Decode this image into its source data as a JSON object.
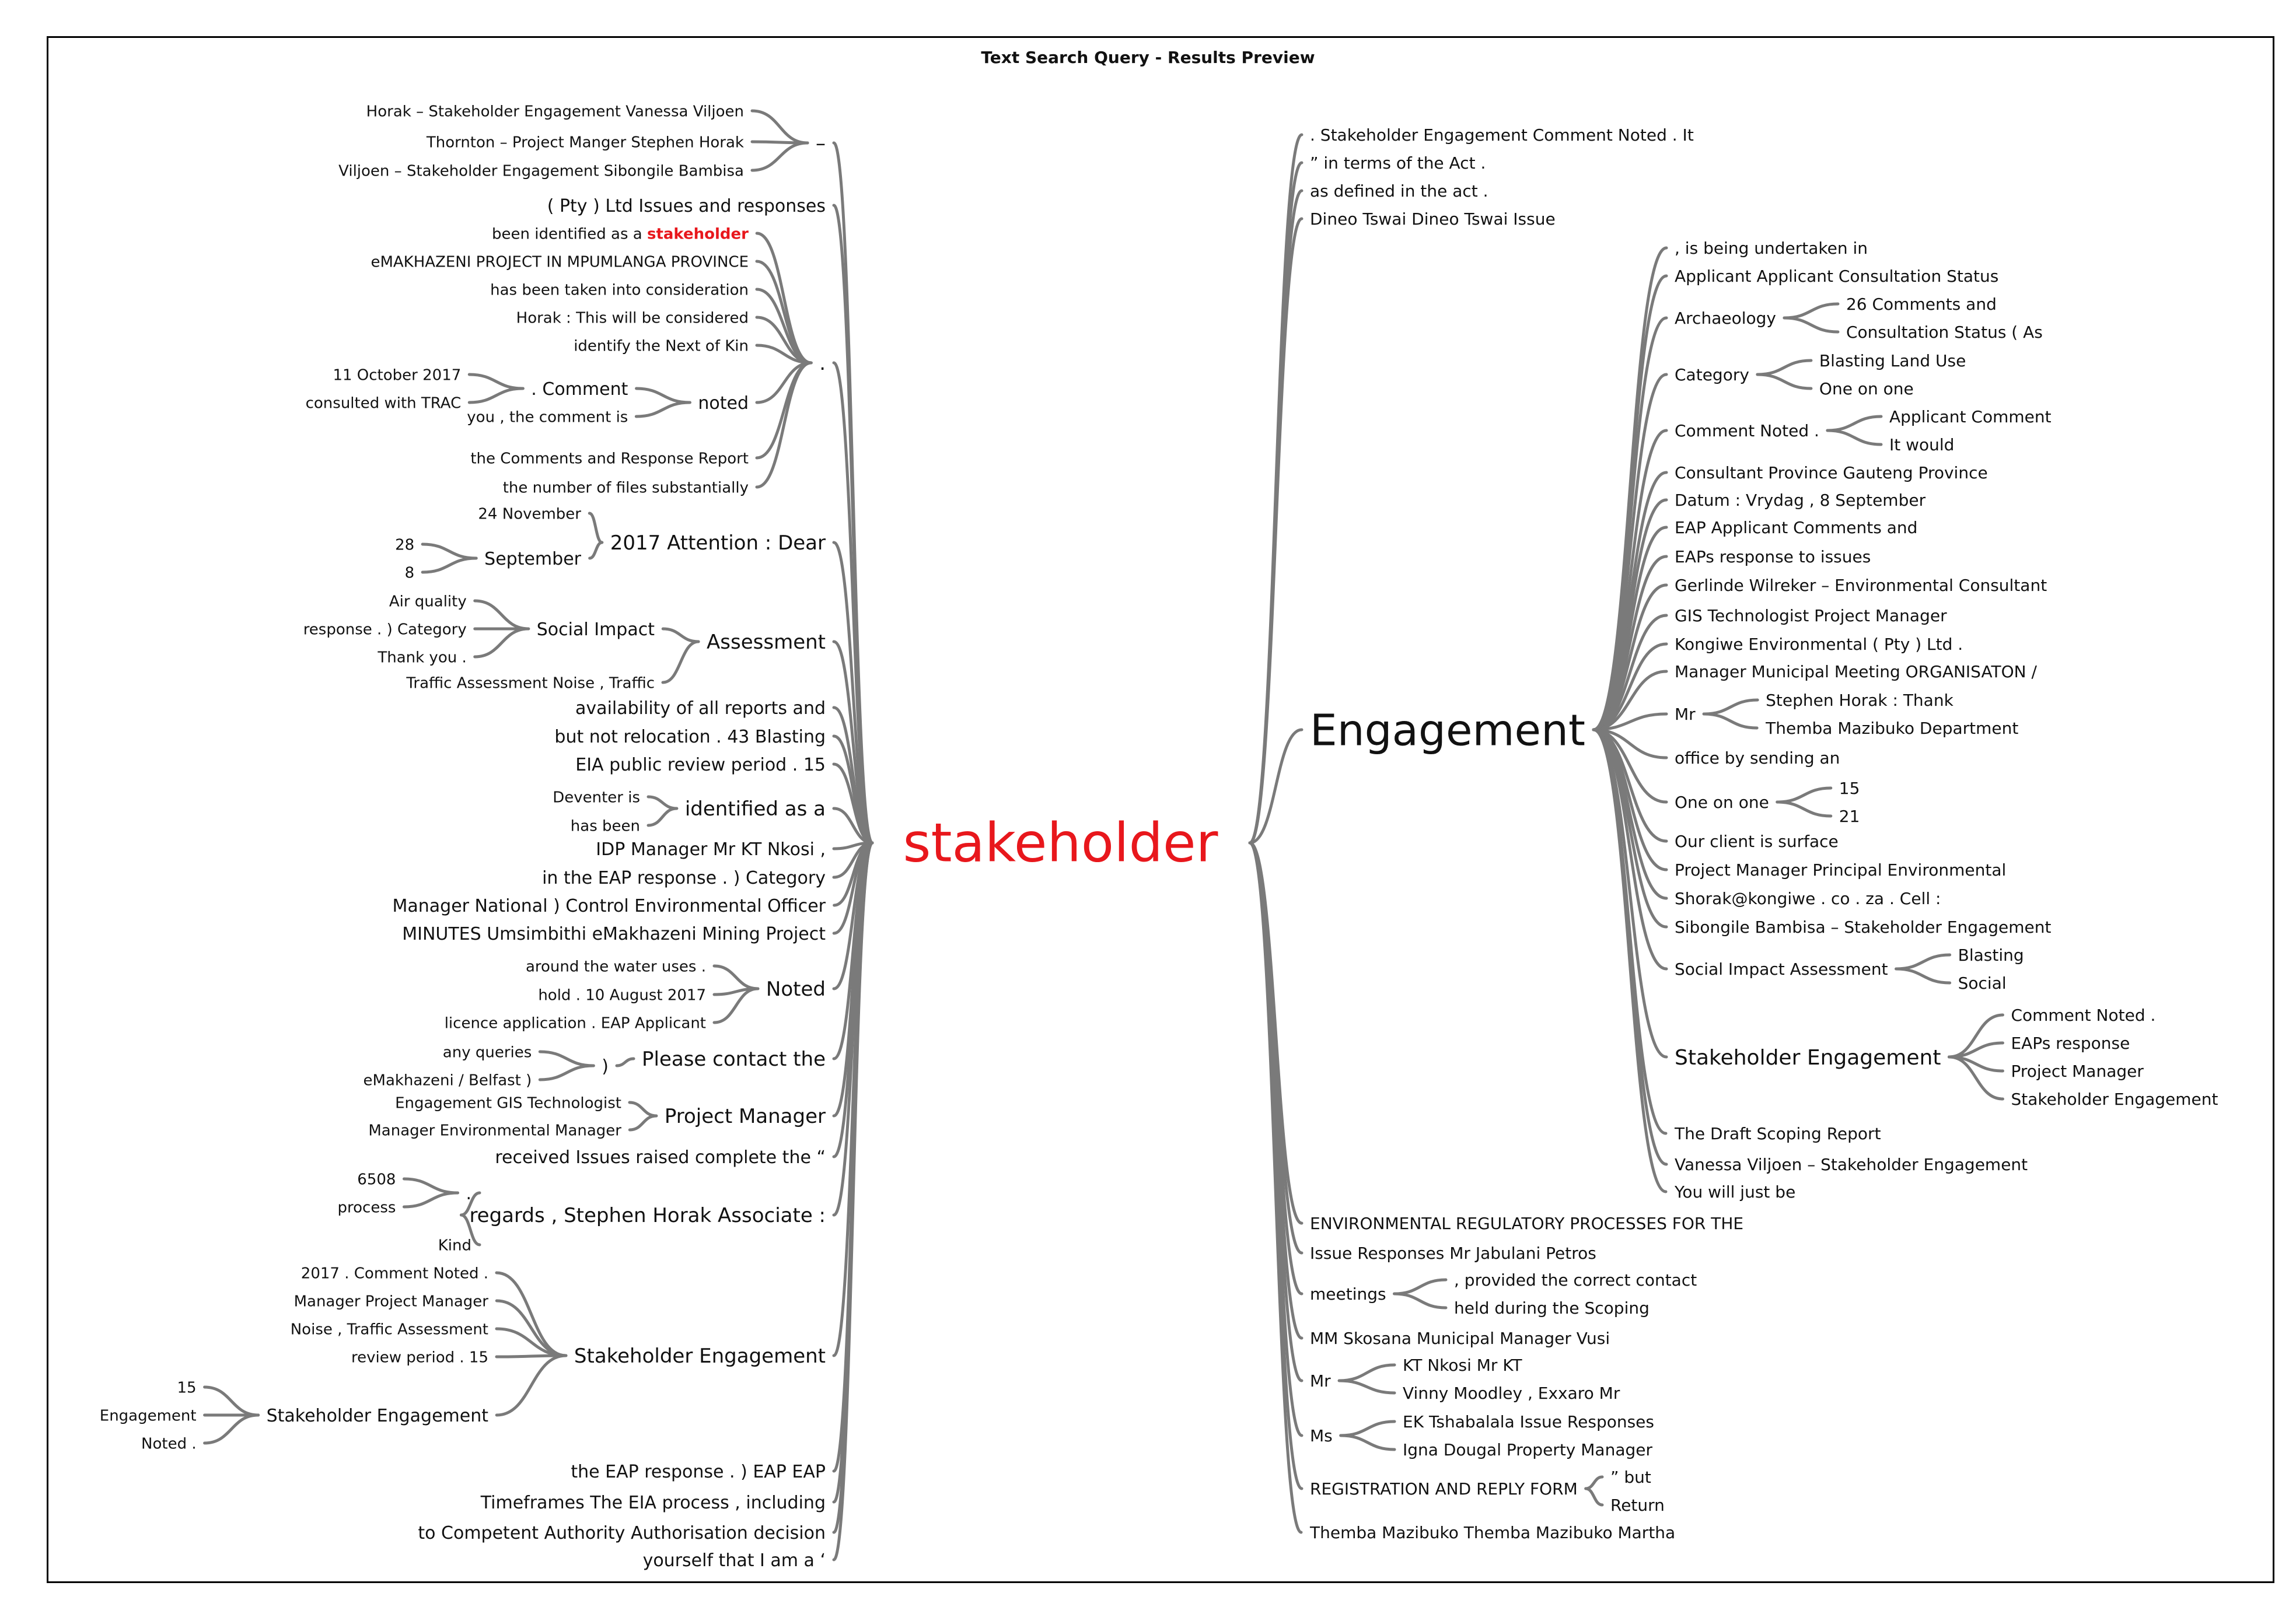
{
  "title": "Text Search Query - Results Preview",
  "colors": {
    "keyword": "#e8171c",
    "branch": "#7a7a7a",
    "text": "#111111"
  },
  "keyword": "stakeholder",
  "left": [
    {
      "label": "–",
      "children": [
        {
          "label": "Horak – Stakeholder Engagement Vanessa Viljoen"
        },
        {
          "label": "Thornton – Project Manger Stephen Horak"
        },
        {
          "label": "Viljoen – Stakeholder Engagement Sibongile Bambisa"
        }
      ]
    },
    {
      "label": "( Pty ) Ltd Issues and responses"
    },
    {
      "label": ".",
      "children": [
        {
          "label": "been identified as a ",
          "hl": "stakeholder"
        },
        {
          "label": "eMAKHAZENI PROJECT IN MPUMLANGA PROVINCE"
        },
        {
          "label": "has been taken into consideration"
        },
        {
          "label": "Horak : This will be considered"
        },
        {
          "label": "identify the Next of Kin"
        },
        {
          "label": "noted",
          "children": [
            {
              "label": ". Comment",
              "children": [
                {
                  "label": "11 October 2017"
                },
                {
                  "label": "consulted with TRAC"
                }
              ]
            },
            {
              "label": "you , the comment is"
            }
          ]
        },
        {
          "label": "the Comments and Response Report"
        },
        {
          "label": "the number of files substantially"
        }
      ]
    },
    {
      "label": "2017 Attention : Dear",
      "children": [
        {
          "label": "24 November"
        },
        {
          "label": "September",
          "children": [
            {
              "label": "28"
            },
            {
              "label": "8"
            }
          ]
        }
      ]
    },
    {
      "label": "Assessment",
      "children": [
        {
          "label": "Social Impact",
          "children": [
            {
              "label": "Air quality"
            },
            {
              "label": "response . ) Category"
            },
            {
              "label": "Thank you ."
            }
          ]
        },
        {
          "label": "Traffic Assessment Noise , Traffic"
        }
      ]
    },
    {
      "label": "availability of all reports and"
    },
    {
      "label": "but not relocation . 43 Blasting"
    },
    {
      "label": "EIA public review period . 15"
    },
    {
      "label": "identified as a",
      "children": [
        {
          "label": "Deventer is"
        },
        {
          "label": "has been"
        }
      ]
    },
    {
      "label": "IDP Manager Mr KT Nkosi ,"
    },
    {
      "label": "in the EAP response . ) Category"
    },
    {
      "label": "Manager National ) Control Environmental Officer"
    },
    {
      "label": "MINUTES Umsimbithi eMakhazeni Mining Project"
    },
    {
      "label": "Noted",
      "children": [
        {
          "label": "around the water uses ."
        },
        {
          "label": "hold . 10 August 2017"
        },
        {
          "label": "licence application . EAP Applicant"
        }
      ]
    },
    {
      "label": "Please contact the",
      "children": [
        {
          "label": ")",
          "children": [
            {
              "label": "any queries"
            },
            {
              "label": "eMakhazeni / Belfast )"
            }
          ]
        }
      ]
    },
    {
      "label": "Project Manager",
      "children": [
        {
          "label": "Engagement GIS Technologist"
        },
        {
          "label": "Manager Environmental Manager"
        }
      ]
    },
    {
      "label": "received Issues raised complete the “"
    },
    {
      "label": "regards , Stephen Horak Associate :",
      "children": [
        {
          "label": ".",
          "children": [
            {
              "label": "6508"
            },
            {
              "label": "process"
            }
          ]
        },
        {
          "label": "Kind"
        }
      ]
    },
    {
      "label": "Stakeholder Engagement",
      "children": [
        {
          "label": "2017 . Comment Noted ."
        },
        {
          "label": "Manager Project Manager"
        },
        {
          "label": "Noise , Traffic Assessment"
        },
        {
          "label": "review period . 15"
        },
        {
          "label": "Stakeholder Engagement",
          "children": [
            {
              "label": "15"
            },
            {
              "label": "Engagement"
            },
            {
              "label": "Noted ."
            }
          ]
        }
      ]
    },
    {
      "label": "the EAP response . ) EAP EAP"
    },
    {
      "label": "Timeframes The EIA process , including"
    },
    {
      "label": "to Competent Authority Authorisation decision"
    },
    {
      "label": "yourself that I am a ‘"
    }
  ],
  "right": [
    {
      "label": ". Stakeholder Engagement Comment Noted . It"
    },
    {
      "label": "” in terms of the Act ."
    },
    {
      "label": "as defined in the act ."
    },
    {
      "label": "Dineo Tswai Dineo Tswai Issue"
    },
    {
      "label": "Engagement",
      "children": [
        {
          "label": ", is being undertaken in"
        },
        {
          "label": "Applicant Applicant Consultation Status"
        },
        {
          "label": "Archaeology",
          "children": [
            {
              "label": "26 Comments and"
            },
            {
              "label": "Consultation Status ( As"
            }
          ]
        },
        {
          "label": "Category",
          "children": [
            {
              "label": "Blasting Land Use"
            },
            {
              "label": "One on one"
            }
          ]
        },
        {
          "label": "Comment Noted .",
          "children": [
            {
              "label": "Applicant Comment"
            },
            {
              "label": "It would"
            }
          ]
        },
        {
          "label": "Consultant Province Gauteng Province"
        },
        {
          "label": "Datum : Vrydag , 8 September"
        },
        {
          "label": "EAP Applicant Comments and"
        },
        {
          "label": "EAPs response to issues"
        },
        {
          "label": "Gerlinde Wilreker – Environmental Consultant"
        },
        {
          "label": "GIS Technologist Project Manager"
        },
        {
          "label": "Kongiwe Environmental ( Pty ) Ltd ."
        },
        {
          "label": "Manager Municipal Meeting ORGANISATON /"
        },
        {
          "label": "Mr",
          "children": [
            {
              "label": "Stephen Horak : Thank"
            },
            {
              "label": "Themba Mazibuko Department"
            }
          ]
        },
        {
          "label": "office by sending an"
        },
        {
          "label": "One on one",
          "children": [
            {
              "label": "15"
            },
            {
              "label": "21"
            }
          ]
        },
        {
          "label": "Our client is surface"
        },
        {
          "label": "Project Manager Principal Environmental"
        },
        {
          "label": "Shorak@kongiwe . co . za . Cell :"
        },
        {
          "label": "Sibongile Bambisa – Stakeholder Engagement"
        },
        {
          "label": "Social Impact Assessment",
          "children": [
            {
              "label": "Blasting"
            },
            {
              "label": "Social"
            }
          ]
        },
        {
          "label": "Stakeholder Engagement",
          "children": [
            {
              "label": "Comment Noted ."
            },
            {
              "label": "EAPs response"
            },
            {
              "label": "Project Manager"
            },
            {
              "label": "Stakeholder Engagement"
            }
          ]
        },
        {
          "label": "The Draft Scoping Report"
        },
        {
          "label": "Vanessa Viljoen – Stakeholder Engagement"
        },
        {
          "label": "You will just be"
        }
      ]
    },
    {
      "label": "ENVIRONMENTAL REGULATORY PROCESSES FOR THE"
    },
    {
      "label": "Issue Responses Mr Jabulani Petros"
    },
    {
      "label": "meetings",
      "children": [
        {
          "label": ", provided the correct contact"
        },
        {
          "label": "held during the Scoping"
        }
      ]
    },
    {
      "label": "MM Skosana Municipal Manager Vusi"
    },
    {
      "label": "Mr",
      "children": [
        {
          "label": "KT Nkosi Mr KT"
        },
        {
          "label": "Vinny Moodley , Exxaro Mr"
        }
      ]
    },
    {
      "label": "Ms",
      "children": [
        {
          "label": "EK Tshabalala Issue Responses"
        },
        {
          "label": "Igna Dougal Property Manager"
        }
      ]
    },
    {
      "label": "REGISTRATION AND REPLY FORM",
      "children": [
        {
          "label": "” but"
        },
        {
          "label": "Return"
        }
      ]
    },
    {
      "label": "Themba Mazibuko Themba Mazibuko Martha"
    }
  ]
}
